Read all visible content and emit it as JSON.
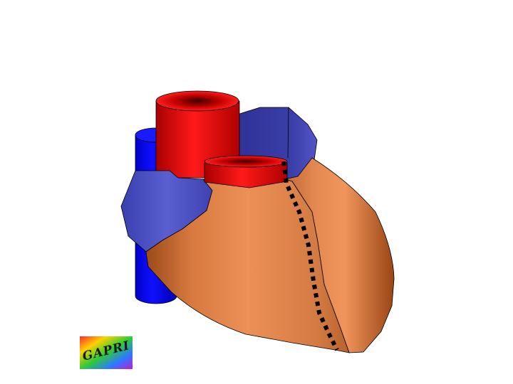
{
  "diagram": {
    "parts": [
      {
        "name": "aorta",
        "color": "#e60000"
      },
      {
        "name": "pulmonary-artery",
        "color": "#e60000"
      },
      {
        "name": "superior-vena-cava",
        "color": "#0000ee"
      },
      {
        "name": "right-atrium",
        "color": "#4a4fc4"
      },
      {
        "name": "left-atrium",
        "color": "#3a3ea8"
      },
      {
        "name": "right-ventricle",
        "color": "#e8894e"
      },
      {
        "name": "left-ventricle",
        "color": "#e8894e"
      },
      {
        "name": "interventricular-groove",
        "color": "#000000",
        "style": "dotted"
      }
    ]
  },
  "logo": {
    "text": "GAPRI",
    "colors": [
      "#ff2a2a",
      "#ffd000",
      "#33cc33",
      "#2a7bff",
      "#c21bd6"
    ]
  }
}
